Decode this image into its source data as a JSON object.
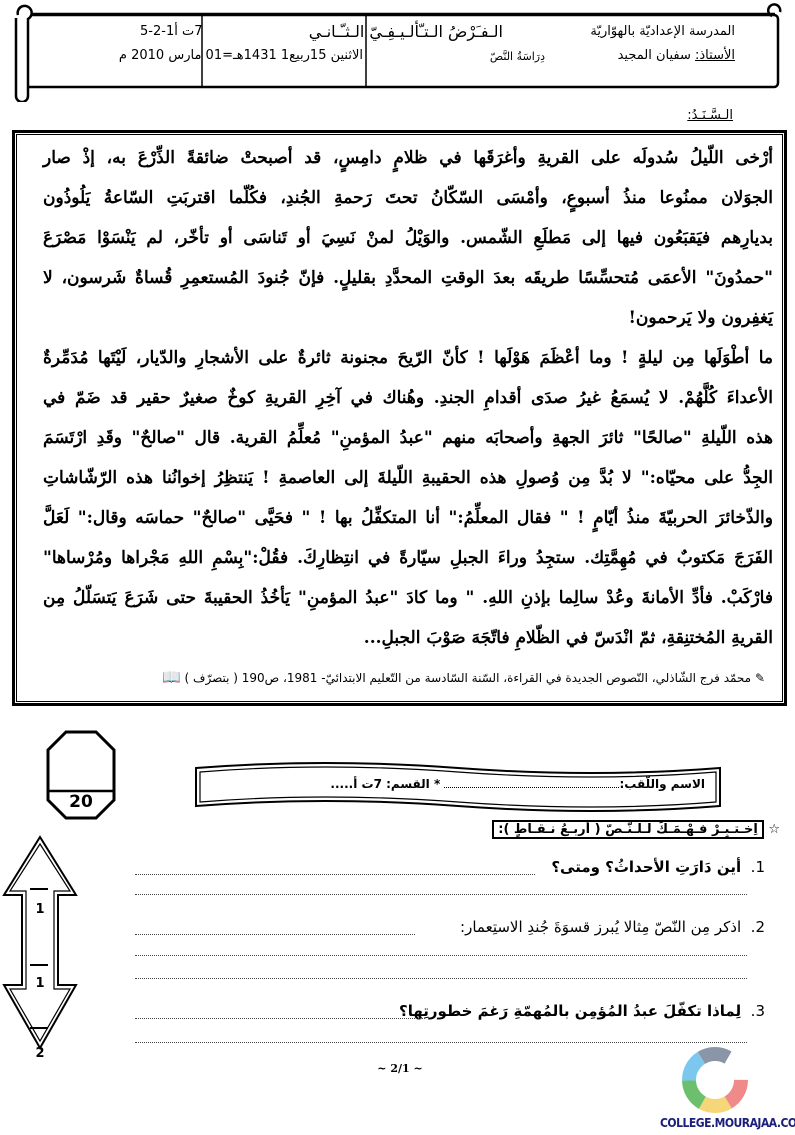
{
  "header": {
    "school": "المدرسة الإعداديّة بالهوّاريّة",
    "teacher_label": "الأستاذ:",
    "teacher_name": "سفيان المجيد",
    "exam_title": "الـفـَرْضُ الـتـّألـيـفِـيّ الـثـّـانـي",
    "subject": "دِرَاسَةُ النَّصّ",
    "date": "الاثنين 15ربيع1 1431هـ=01 مارس 2010 م",
    "class_code": "7ت أ1-2-5"
  },
  "section_label": "الـسَّـنَـدُ:",
  "passage_lines": [
    "أرْخى اللّيلُ سُدولَه على القريةِ وأغرَقَها في ظلامٍ دامِسٍ، قد أصبحتْ ضائقةً الذِّرْعَ به، إذْ صار",
    "الجوَلان ممنُوعا منذُ أسبوعٍ، وأمْسَى السّكّانُ تحتَ رَحمةِ الجُندِ، فكُلّما اقتربَتِ السّاعةُ يَلُوذُون",
    "بديارِهم فيَقبَعُون فيها إلى مَطلَعِ الشّمس. والوَيْلُ لمنْ نَسِيَ أو تَناسَى أو تأخّر، لم يَنْسَوْا مَصْرَعَ",
    "\"حمدُونَ\" الأعمَى مُتحسِّسًا طريقَه بعدَ الوقتِ المحدَّدِ بقليلٍ. فإنّ جُنودَ المُستعمِرِ قُساةٌ شَرسون، لا",
    "يَغفِرون ولا يَرحمون!",
    "ما أطْوَلَها مِن ليلةٍ ! وما أعْظَمَ هَوْلَها ! كأنّ الرّيحَ مجنونة ثائرةٌ على الأشجارِ والدّيار، لَيْتَها مُدَمِّرةٌ",
    "الأعداءَ كُلَّهُمْ. لا يُسمَعُ غيرُ صدَى أقدامِ الجندِ. وهُناك في آخِرِ القريةِ كوخٌ صغيرٌ حقير قد ضَمّ في",
    "هذه اللّيلةِ \"صالحًا\" ثائرَ الجهةِ وأصحابَه منهم \"عبدُ المؤمنِ\" مُعلِّمُ القرية. قال \"صالحٌ\" وقَدِ ارْتَسَمَ",
    "الجِدُّ على محيّاه:\" لا بُدَّ مِن وُصولِ هذه الحقيبةِ اللّيلةَ إلى العاصمةِ ! يَنتظِرُ إخوانُنا هذه الرّشّاشاتِ",
    "والذّخائرَ الحربيّةَ منذُ أيّامٍ ! \" فقال المعلِّمُ:\" أنا المتكفِّلُ بها ! \" فحَيَّى \"صالحٌ\" حماسَه وقال:\" لَعَلَّ",
    "الفَرَجَ مَكتوبٌ في مُهِمَّتِك. ستجِدُ وراءَ الجبلِ سيّارةً في انتِظارِكَ. فقُلْ:\"بِسْمِ اللهِ مَجْراها ومُرْساها\"",
    "فارْكَبْ. فأدِّ الأمانةَ وعُدْ سالِما بإذنِ اللهِ. \" وما كادَ \"عبدُ المؤمنِ\" يَأخُذُ الحقيبةَ حتى شَرَعَ يَتسَلّلُ مِن",
    "القريةِ المُختنِقةِ، ثمّ انْدَسّ في الظّلامِ فاتّجَهَ صَوْبَ الجبلِ..."
  ],
  "source": "محمّد فرج الشّاذلي، النّصوص الجديدة في القراءة، السّنة السّادسة من التّعليم الابتدائيّ- 1981، ص190 ( بتصرّف )",
  "score_total": "20",
  "student_info": {
    "name_label": "الاسم واللّقب:",
    "class_label": "* القسم: 7ت أ",
    "class_dots": "....."
  },
  "comprehension_title": "اِخـتـبِـرْ فـهْـمَـكَ لـلـنّـصّ ( أربـعُ نـقـاطٍ ):",
  "questions": [
    {
      "number": "1.",
      "text": "أين دَارَتِ الأحداثُ؟ ومتى؟",
      "points": "1"
    },
    {
      "number": "2.",
      "text": "اذكر مِن النّصّ مِثالا يُبرز قسوَةَ جُندِ الاستِعمار:",
      "points": "1"
    },
    {
      "number": "3.",
      "text": "لِماذا تكفّلَ عبدُ المُؤمِن بالمُهمّةِ رَغمَ خطورتِها؟",
      "points": "2"
    }
  ],
  "page_number": "~ 2/1 ~",
  "watermark": "COLLEGE.MOURAJAA.COM",
  "icons": [
    "scroll-banner",
    "pencil-icon",
    "book-icon",
    "star-icon",
    "octagon-score",
    "arrow-score"
  ]
}
